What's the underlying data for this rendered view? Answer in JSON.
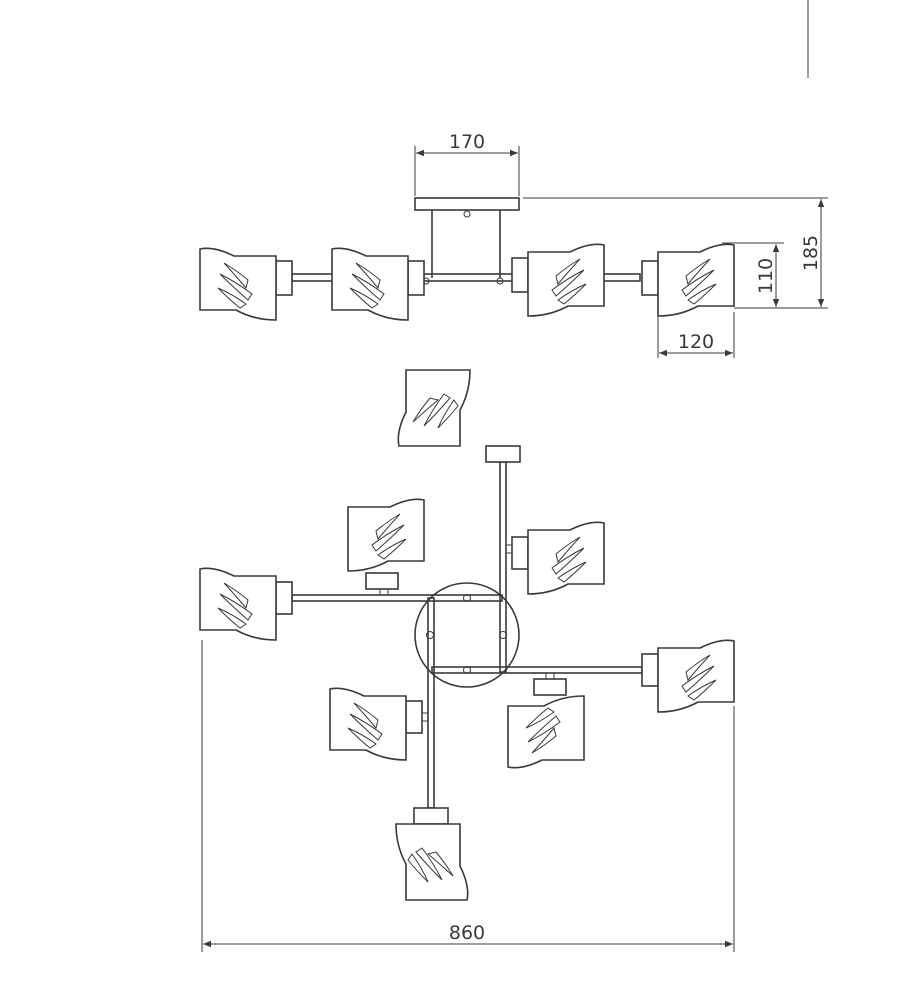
{
  "dimensions": {
    "canopy_width": "170",
    "total_height": "185",
    "shade_height": "110",
    "shade_width": "120",
    "overall_width": "860"
  }
}
